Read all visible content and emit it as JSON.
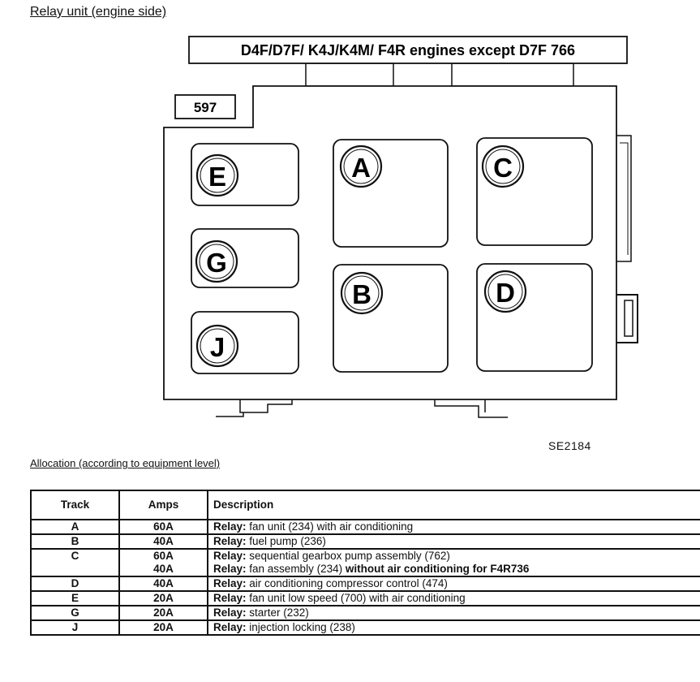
{
  "title": "Relay unit (engine side)",
  "engines_label": "D4F/D7F/ K4J/K4M/ F4R engines except D7F 766",
  "unit_number": "597",
  "image_code": "SE2184",
  "allocation_heading": "Allocation (according to equipment level)",
  "relays": [
    "E",
    "A",
    "C",
    "G",
    "B",
    "D",
    "J"
  ],
  "table": {
    "headers": {
      "track": "Track",
      "amps": "Amps",
      "description": "Description"
    },
    "rows": [
      {
        "track": "A",
        "amps": [
          "60A"
        ],
        "lines": [
          {
            "pre": "Relay:",
            "text": " fan unit (234) with air conditioning",
            "bold_tail": ""
          }
        ]
      },
      {
        "track": "B",
        "amps": [
          "40A"
        ],
        "lines": [
          {
            "pre": "Relay:",
            "text": " fuel pump (236)",
            "bold_tail": ""
          }
        ]
      },
      {
        "track": "C",
        "amps": [
          "60A",
          "40A"
        ],
        "lines": [
          {
            "pre": "Relay:",
            "text": " sequential gearbox pump assembly (762)",
            "bold_tail": ""
          },
          {
            "pre": "Relay:",
            "text": " fan assembly (234) ",
            "bold_tail": "without air conditioning for F4R736"
          }
        ]
      },
      {
        "track": "D",
        "amps": [
          "40A"
        ],
        "lines": [
          {
            "pre": "Relay:",
            "text": " air conditioning compressor control (474)",
            "bold_tail": ""
          }
        ]
      },
      {
        "track": "E",
        "amps": [
          "20A"
        ],
        "lines": [
          {
            "pre": "Relay:",
            "text": " fan unit low speed (700) with air conditioning",
            "bold_tail": ""
          }
        ]
      },
      {
        "track": "G",
        "amps": [
          "20A"
        ],
        "lines": [
          {
            "pre": "Relay:",
            "text": " starter (232)",
            "bold_tail": ""
          }
        ]
      },
      {
        "track": "J",
        "amps": [
          "20A"
        ],
        "lines": [
          {
            "pre": "Relay:",
            "text": " injection locking (238)",
            "bold_tail": ""
          }
        ]
      }
    ]
  }
}
